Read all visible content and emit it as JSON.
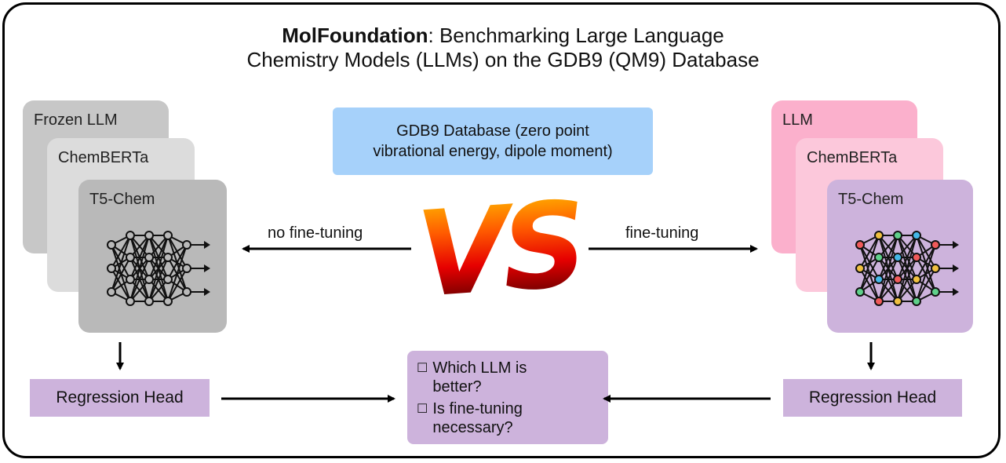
{
  "title": {
    "bold": "MolFoundation",
    "rest": ": Benchmarking Large Language",
    "line2": "Chemistry Models (LLMs) on the GDB9 (QM9) Database"
  },
  "left_stack": {
    "cards": [
      "Frozen LLM",
      "ChemBERTa",
      "T5-Chem"
    ],
    "colors": [
      "#c7c7c7",
      "#dcdcdc",
      "#b9b9b9"
    ],
    "arrow_label": "no fine-tuning",
    "head": "Regression Head"
  },
  "right_stack": {
    "cards": [
      "LLM",
      "ChemBERTa",
      "T5-Chem"
    ],
    "colors": [
      "#fbb0cc",
      "#fcc8db",
      "#cdb3dc"
    ],
    "arrow_label": "fine-tuning",
    "head": "Regression Head"
  },
  "database": {
    "line1": "GDB9 Database (zero point",
    "line2": "vibrational energy, dipole moment)",
    "color": "#a6d1fa"
  },
  "versus": "VS",
  "questions": {
    "items": [
      "Which LLM is better?",
      "Is fine-tuning necessary?"
    ],
    "color": "#cdb3dc"
  },
  "node_colors": [
    "#f05a5a",
    "#f0c040",
    "#5fd08a",
    "#44b8e8"
  ]
}
